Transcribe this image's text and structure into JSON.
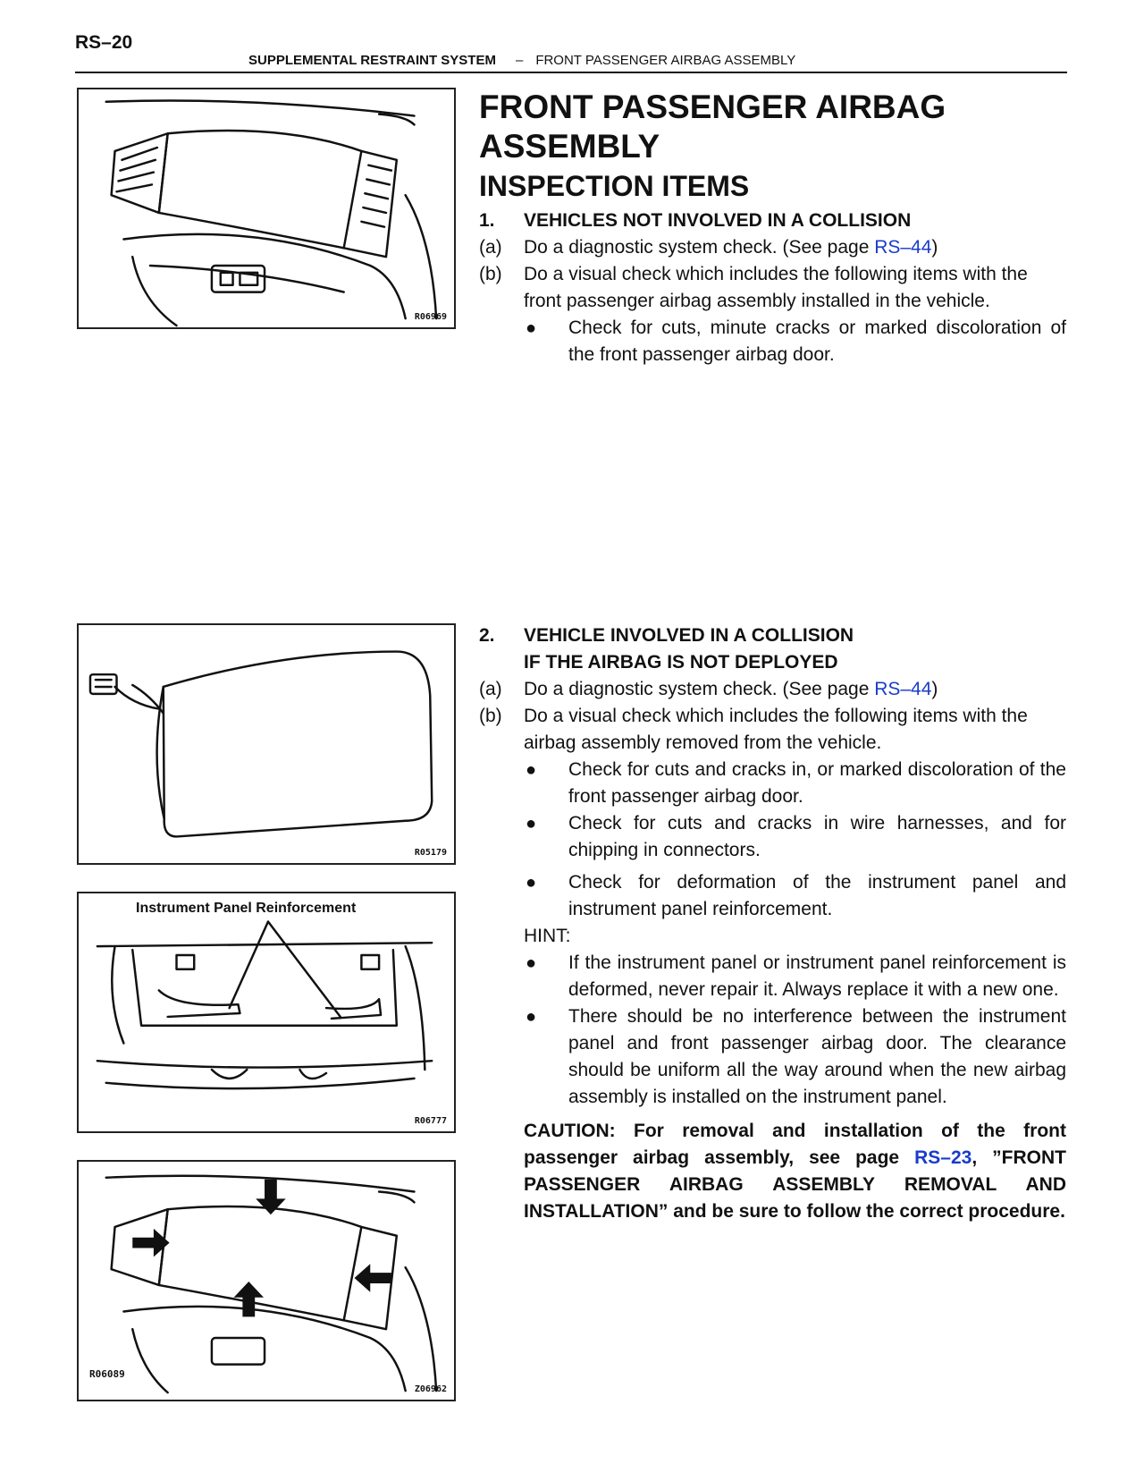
{
  "header": {
    "page_number": "RS–20",
    "system": "SUPPLEMENTAL RESTRAINT SYSTEM",
    "separator": "–",
    "section": "FRONT PASSENGER AIRBAG ASSEMBLY"
  },
  "figures": [
    {
      "code": "R06969"
    },
    {
      "code": "R05179"
    },
    {
      "caption": "Instrument Panel Reinforcement",
      "code": "R06777"
    },
    {
      "code_left": "R06089",
      "code": "Z06962"
    }
  ],
  "title": {
    "line1": "FRONT PASSENGER AIRBAG",
    "line2": "ASSEMBLY",
    "subtitle": "INSPECTION ITEMS"
  },
  "section1": {
    "num": "1.",
    "heading": "VEHICLES NOT INVOLVED IN A COLLISION",
    "a_label": "(a)",
    "a_text": "Do a diagnostic system check. (See page ",
    "a_link": "RS–44",
    "a_close": ")",
    "b_label": "(b)",
    "b_text": "Do a visual check which includes the following items with the front passenger airbag assembly installed in the vehicle.",
    "bullets": [
      "Check for cuts, minute cracks or marked discoloration of the front passenger airbag door."
    ]
  },
  "section2": {
    "num": "2.",
    "heading1": "VEHICLE INVOLVED IN A COLLISION",
    "heading2": "IF THE AIRBAG IS NOT DEPLOYED",
    "a_label": "(a)",
    "a_text": "Do a diagnostic system check. (See page ",
    "a_link": "RS–44",
    "a_close": ")",
    "b_label": "(b)",
    "b_text": "Do a visual check which includes the following items with the airbag assembly removed from the vehicle.",
    "bullets": [
      "Check for cuts and cracks in, or marked discoloration of the front passenger airbag door.",
      "Check for cuts and cracks in wire harnesses, and for chipping in connectors.",
      "Check for deformation of the instrument panel and instrument panel reinforcement."
    ],
    "hint_label": "HINT:",
    "hints": [
      "If the instrument panel or instrument panel reinforcement is deformed, never repair it. Always replace it with a new one.",
      "There should be no interference between the instrument panel and front passenger airbag door. The clearance should be uniform all the way around when the new airbag assembly is installed on the instrument panel."
    ]
  },
  "caution": {
    "text1": "CAUTION: For removal and installation of the front passenger airbag assembly, see page ",
    "link": "RS–23",
    "text2": ", ”FRONT PASSENGER AIRBAG ASSEMBLY REMOVAL AND INSTALLATION” and be sure to follow the correct procedure."
  }
}
